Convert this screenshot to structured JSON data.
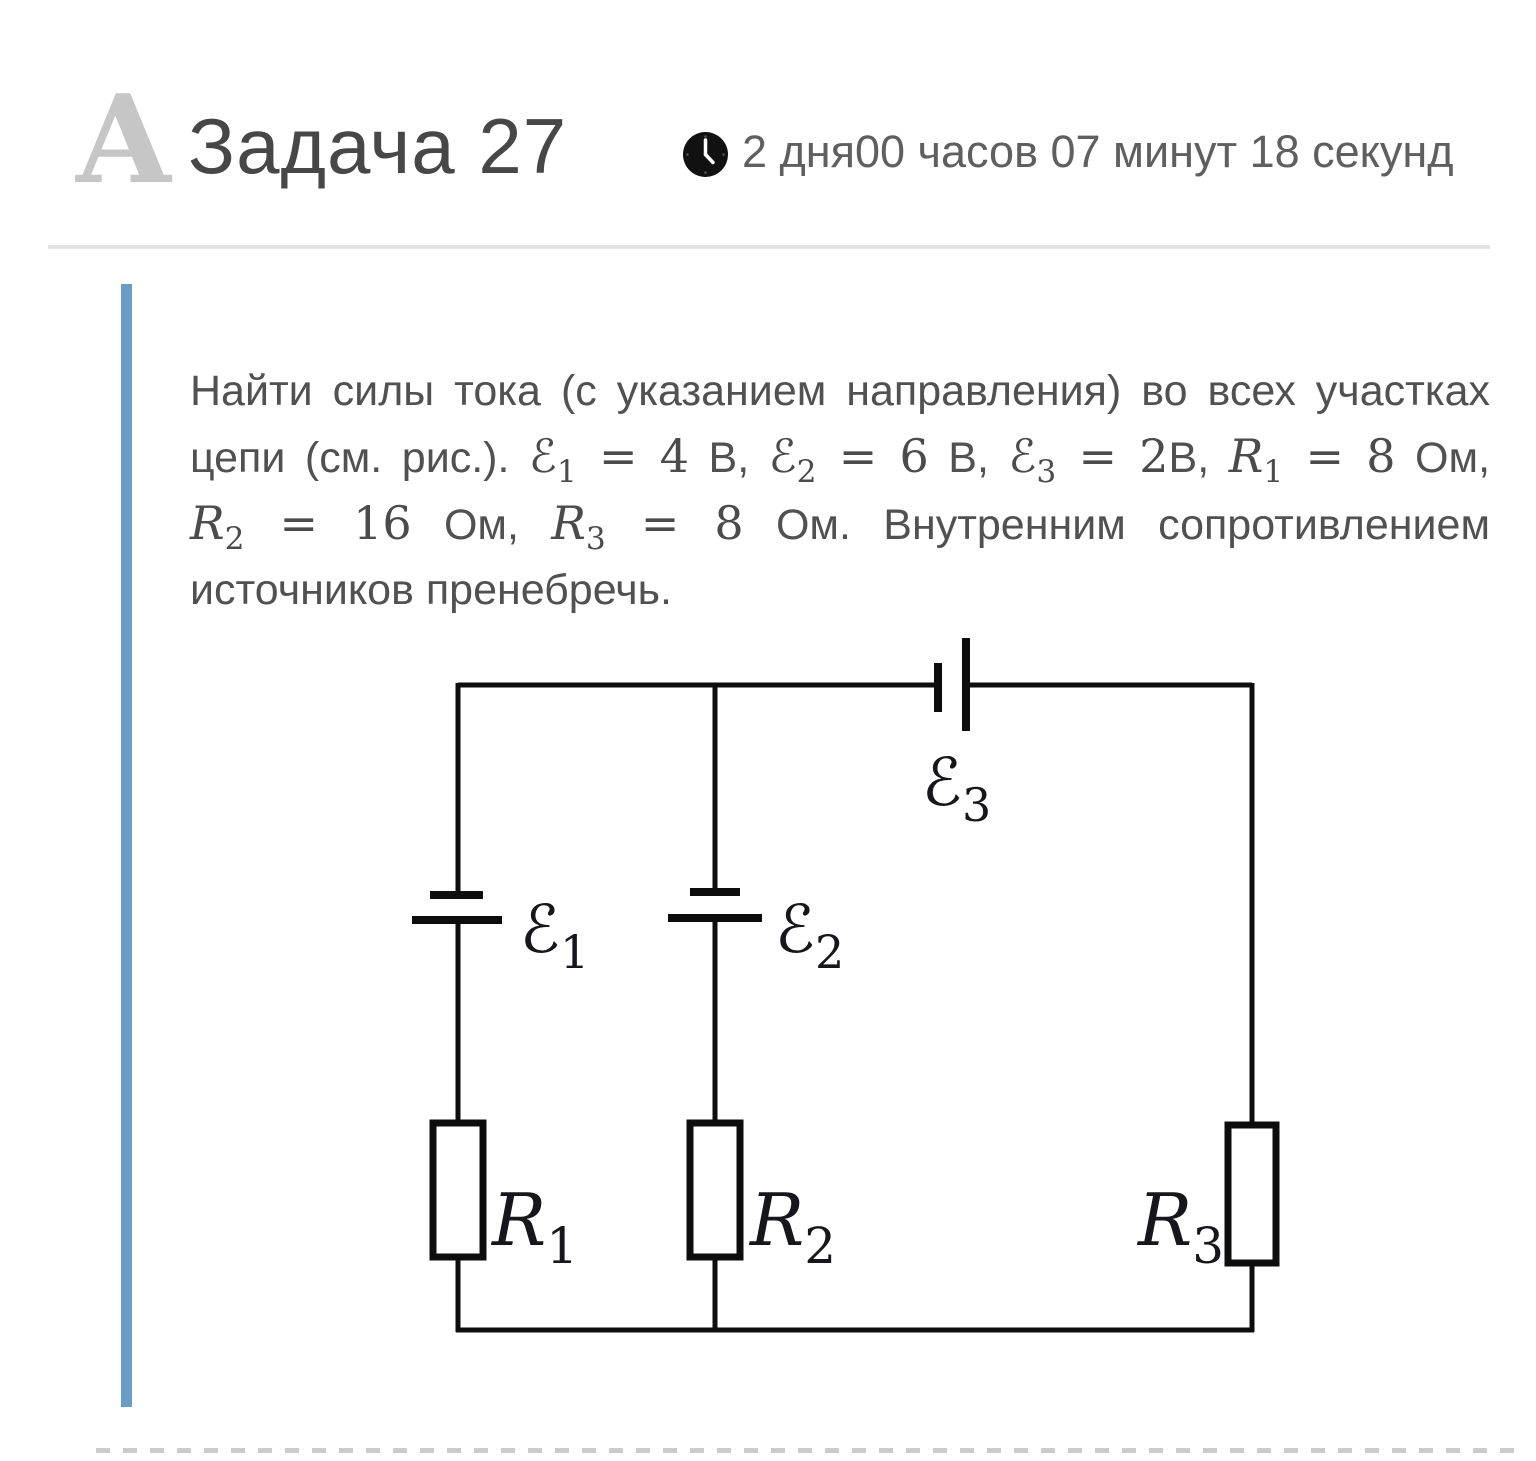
{
  "header": {
    "dropcap": "А",
    "title": "Задача 27",
    "clock_icon": "clock-icon",
    "timer": "2 дня00 часов 07 минут 18 секунд"
  },
  "statement": {
    "segments": [
      {
        "kind": "plain",
        "text": "Найти силы тока (с указанием направления) во всех участках цепи (см. рис.). "
      },
      {
        "kind": "math",
        "base": "ℰ",
        "sub": "1",
        "eq": " = 4",
        "unit": " В, "
      },
      {
        "kind": "math",
        "base": "ℰ",
        "sub": "2",
        "eq": " = 6",
        "unit": " В, "
      },
      {
        "kind": "math",
        "base": "ℰ",
        "sub": "3",
        "eq": " = 2",
        "unit": "В, "
      },
      {
        "kind": "math",
        "base": "R",
        "sub": "1",
        "eq": " = 8",
        "unit": " Ом, "
      },
      {
        "kind": "math",
        "base": "R",
        "sub": "2",
        "eq": " = 16",
        "unit": " Ом, "
      },
      {
        "kind": "math",
        "base": "R",
        "sub": "3",
        "eq": " = 8",
        "unit": " Ом. "
      },
      {
        "kind": "plain",
        "text": "Внутренним сопротивлением источников пренебречь."
      }
    ]
  },
  "circuit": {
    "labels": {
      "e1": {
        "base": "ℰ",
        "sub": "1"
      },
      "e2": {
        "base": "ℰ",
        "sub": "2"
      },
      "e3": {
        "base": "ℰ",
        "sub": "3"
      },
      "r1": {
        "base": "R",
        "sub": "1"
      },
      "r2": {
        "base": "R",
        "sub": "2"
      },
      "r3": {
        "base": "R",
        "sub": "3"
      }
    }
  },
  "colors": {
    "accent_bar": "#6b9dc4",
    "wire": "#0d0d0d",
    "title_text": "#474747",
    "body_text": "#515151",
    "dropcap": "#c6c6c6",
    "separator": "#e3e3e3",
    "dashed_divider": "#cbcbcb",
    "clock_icon": "#111111"
  }
}
